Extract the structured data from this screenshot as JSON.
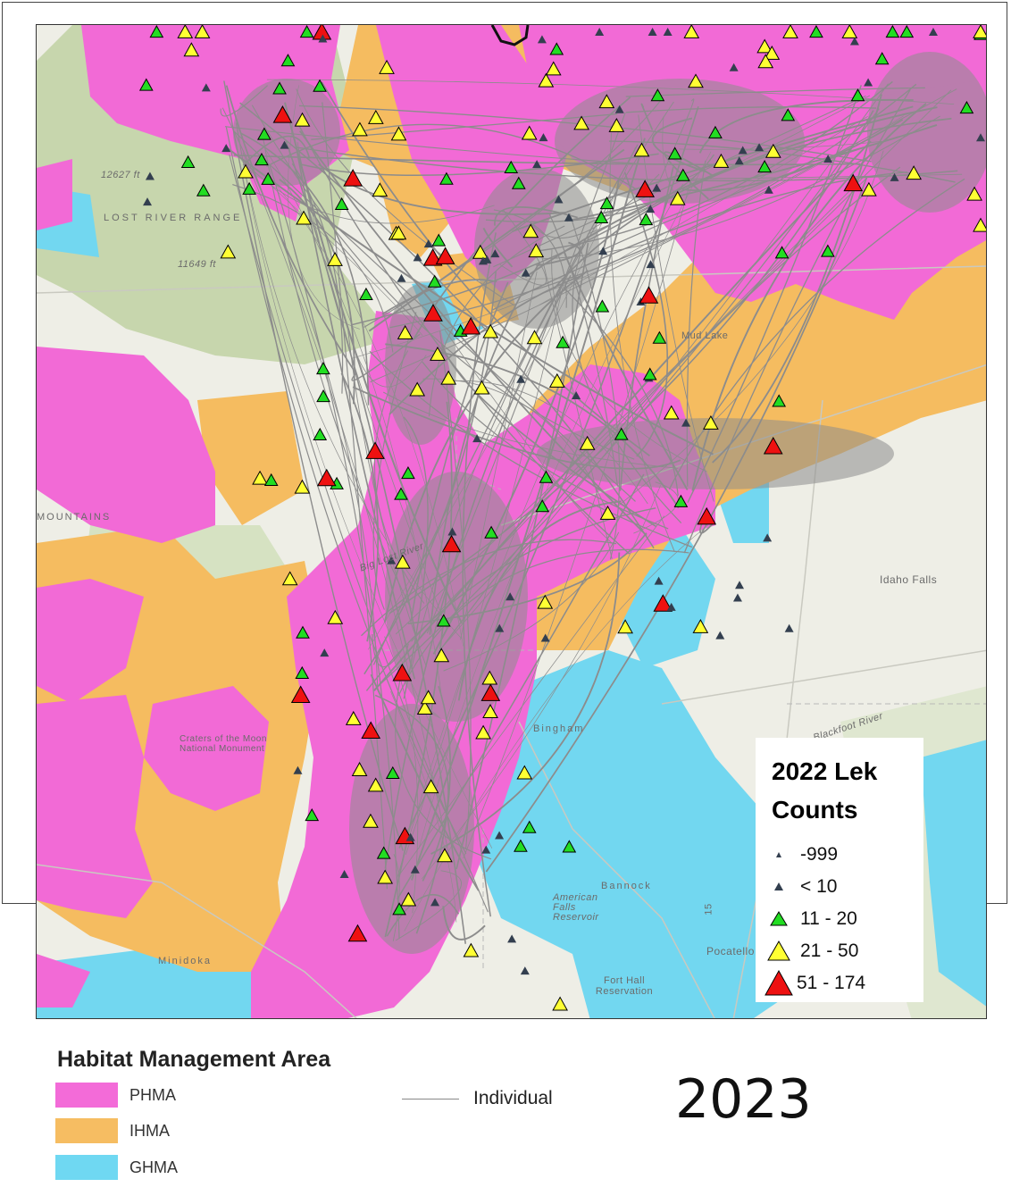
{
  "place_labels": [
    "LOST RIVER RANGE",
    "12627 ft",
    "11649 ft",
    "Mud Lake",
    "Idaho Falls",
    "Bingham",
    "Bannock",
    "American Falls Reservoir",
    "Fort Hall Reservation",
    "Pocatello",
    "Minidoka",
    "Craters of the Moon National Monument",
    "Big Lost River",
    "Blackfoot River",
    "MOUNTAINS",
    "15"
  ],
  "lek_legend": {
    "title": "2022 Lek Counts",
    "classes": [
      {
        "label": "-999",
        "color": "#333f4f"
      },
      {
        "label": "< 10",
        "color": "#333f4f"
      },
      {
        "label": "11 - 20",
        "color": "#22dd22"
      },
      {
        "label": "21 - 50",
        "color": "#ffff33"
      },
      {
        "label": "51 - 174",
        "color": "#ee1111"
      }
    ]
  },
  "hma_legend": {
    "title": "Habitat Management Area",
    "items": [
      {
        "label": "PHMA",
        "color": "#f36bd8"
      },
      {
        "label": "IHMA",
        "color": "#f6bd62"
      },
      {
        "label": "GHMA",
        "color": "#6fd8f2"
      }
    ]
  },
  "track_legend": {
    "label": "Individual"
  },
  "year": "2023",
  "colors": {
    "tracks": "#8c8c8c",
    "basemap": "#eeeee6",
    "mountains": "#c9d8b0"
  }
}
